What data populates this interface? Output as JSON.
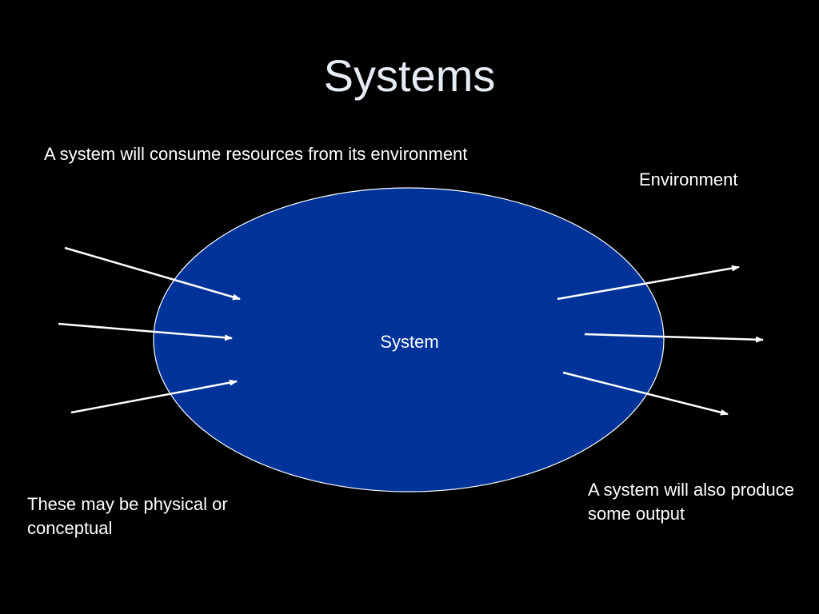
{
  "slide": {
    "title": "Systems",
    "consume_text": "A system will consume resources from its environment",
    "environment_label": "Environment",
    "system_label": "System",
    "physical_text": "These may be physical or conceptual",
    "output_text": "A system will also produce some output"
  },
  "colors": {
    "background": "#000000",
    "system_fill": "#003399",
    "system_stroke": "#ffffff",
    "arrow": "#ffffff",
    "title": "#e6ecf5"
  }
}
